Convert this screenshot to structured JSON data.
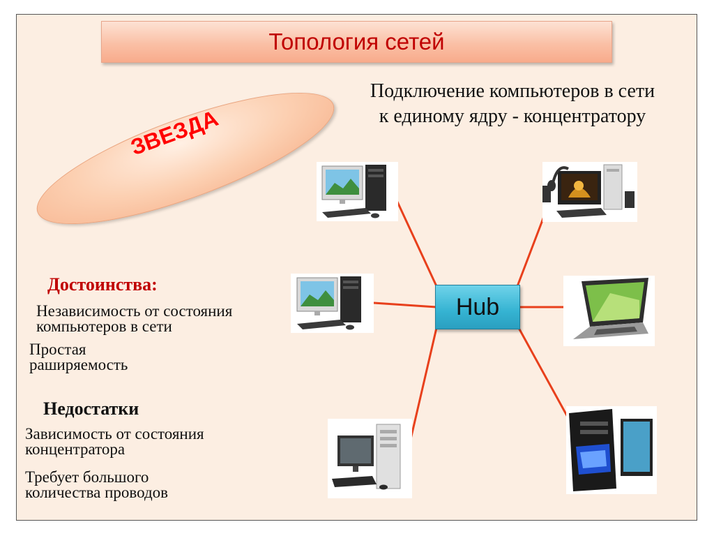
{
  "title": "Топология сетей",
  "subtitle_lines": [
    "Подключение компьютеров в сети",
    "к единому ядру - концентратору"
  ],
  "topology_name": "ЗВЕЗДА",
  "advantages": {
    "heading": "Достоинства:",
    "items": [
      [
        "Независимость от состояния",
        "компьютеров в сети"
      ],
      [
        "Простая",
        "раширяемость"
      ]
    ]
  },
  "disadvantages": {
    "heading": "Недостатки",
    "items": [
      [
        "Зависимость от состояния",
        "концентратора"
      ],
      [
        "Требует большого",
        "количества проводов"
      ]
    ]
  },
  "hub_label": "Hub",
  "nodes": [
    {
      "name": "desktop-top-left",
      "icon": "desktop-computer-icon"
    },
    {
      "name": "desktop-with-headphones-top-right",
      "icon": "desktop-computer-headphones-icon"
    },
    {
      "name": "desktop-middle-left",
      "icon": "desktop-computer-icon"
    },
    {
      "name": "laptop-middle-right",
      "icon": "laptop-icon"
    },
    {
      "name": "desktop-bottom-left",
      "icon": "desktop-computer-icon"
    },
    {
      "name": "gaming-pc-bottom-right",
      "icon": "gaming-pc-icon"
    }
  ],
  "colors": {
    "link": "#e8401c",
    "hub_fill": "#35b3d2",
    "title_text": "#c00000",
    "topology_text": "#ff0000",
    "advantages_heading": "#c00000"
  }
}
